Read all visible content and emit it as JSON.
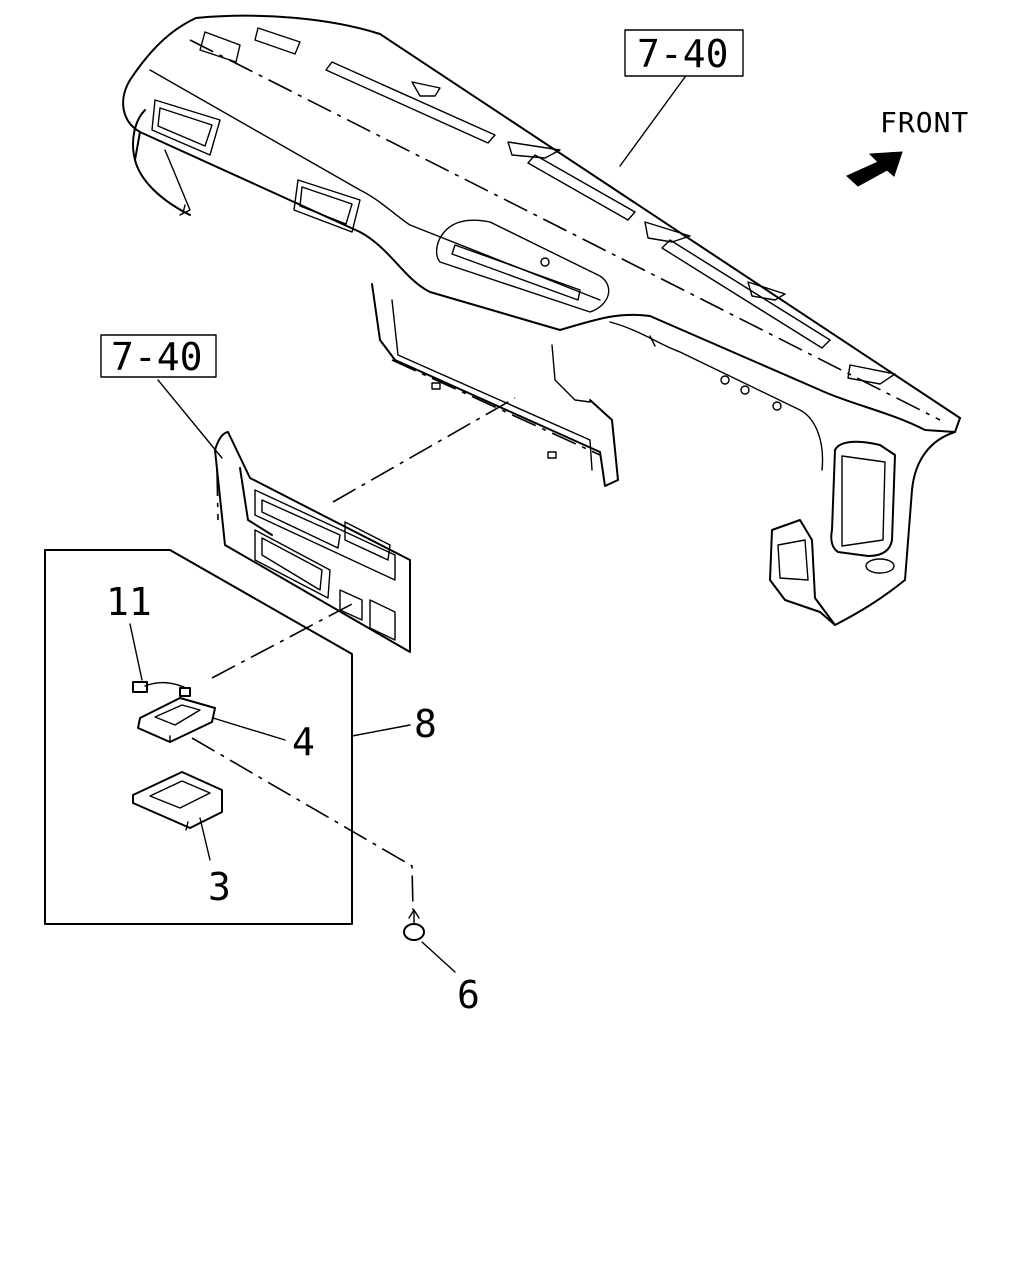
{
  "figure": {
    "references": [
      {
        "text": "7-40"
      },
      {
        "text": "7-40"
      }
    ],
    "direction": {
      "text": "FRONT",
      "icon": "arrow-icon"
    },
    "callouts": [
      {
        "text": "11"
      },
      {
        "text": "4"
      },
      {
        "text": "8"
      },
      {
        "text": "3"
      },
      {
        "text": "6"
      }
    ]
  }
}
